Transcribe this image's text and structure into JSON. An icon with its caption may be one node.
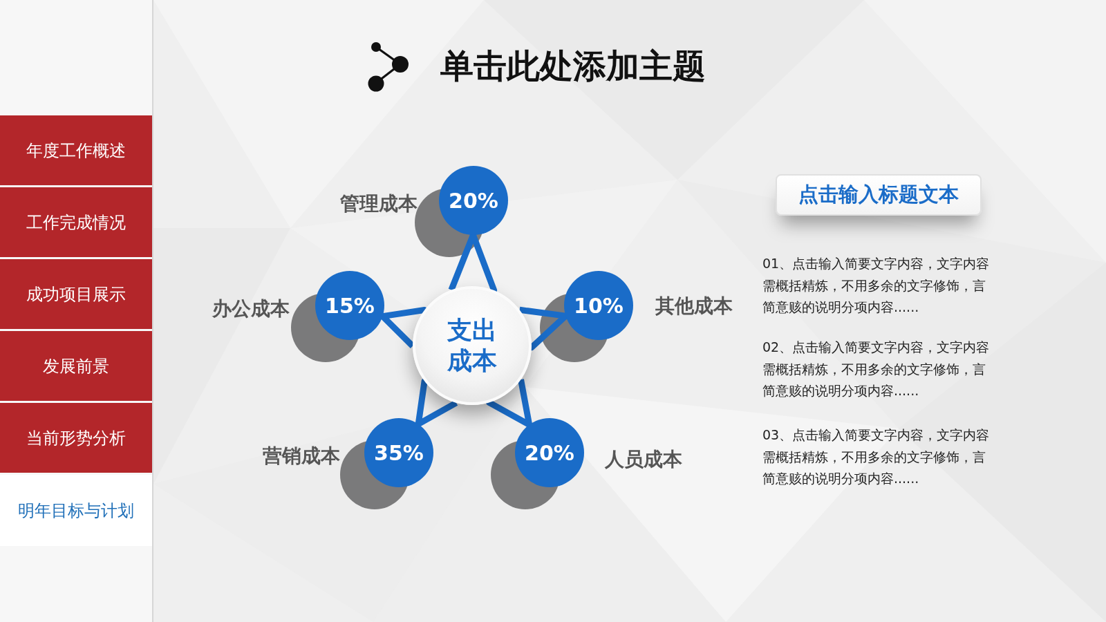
{
  "diagram": {
    "title": "单击此处添加主题",
    "nodes": [
      {
        "text": [
          "年度工作概述"
        ]
      },
      {
        "text": [
          "工作完成情况"
        ]
      },
      {
        "text": [
          "成功项目展示"
        ]
      },
      {
        "text": [
          "发展前景"
        ]
      },
      {
        "text": [
          "当前形势分析"
        ]
      },
      {
        "text": [
          "明年目标与计划"
        ]
      },
      {
        "text": [
          "支出成本"
        ]
      },
      {
        "text": [
          "20%"
        ],
        "beside": [
          "管理成本"
        ]
      },
      {
        "text": [
          "15%"
        ],
        "beside": [
          "办公成本"
        ]
      },
      {
        "text": [
          "10%"
        ],
        "beside": [
          "其他成本"
        ]
      },
      {
        "text": [
          "35%"
        ],
        "beside": [
          "营销成本"
        ]
      },
      {
        "text": [
          "20%"
        ],
        "beside": [
          "人员成本"
        ]
      },
      {
        "text": [
          "点击输入标题文本"
        ]
      }
    ],
    "edges": [
      {
        "from": 6,
        "to": 7,
        "arrow": "none"
      },
      {
        "from": 6,
        "to": 8,
        "arrow": "none"
      },
      {
        "from": 6,
        "to": 9,
        "arrow": "none"
      },
      {
        "from": 6,
        "to": 10,
        "arrow": "none"
      },
      {
        "from": 6,
        "to": 11,
        "arrow": "none"
      }
    ],
    "labels": [
      "01、点击输入简要文字内容，文字内容需概括精炼，不用多余的文字修饰，言简意赅的说明分项内容......",
      "02、点击输入简要文字内容，文字内容需概括精炼，不用多余的文字修饰，言简意赅的说明分项内容......",
      "03、点击输入简要文字内容，文字内容需概括精炼，不用多余的文字修饰，言简意赅的说明分项内容......"
    ]
  }
}
